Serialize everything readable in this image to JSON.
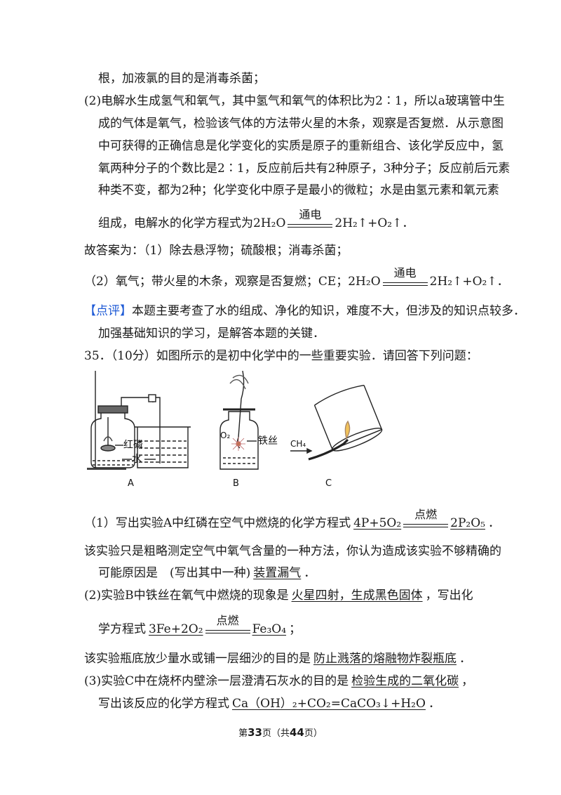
{
  "text": {
    "l1": "根，加液氯的目的是消毒杀菌；",
    "l2": "(2)电解水生成氢气和氧气，其中氢气和氧气的体积比为2∶1，所以a玻璃管中生",
    "l3": "成的气体是氧气，检验该气体的方法带火星的木条，观察是否复燃．从示意图",
    "l4": "中可获得的正确信息是化学变化的实质是原子的重新组合、该化学反应中，氢",
    "l5": "氧两种分子的个数比是2∶1，反应前后共有2种原子，3种分子；反应前后元素",
    "l6": "种类不变，都为2种；化学变化中原子是最小的微粒；水是由氢元素和氧元素",
    "l7_pre": "组成，电解水的化学方程式为2H₂O",
    "l7_cond": "通电",
    "l7_post": "2H₂↑+O₂↑．",
    "l8": "故答案为：（1）除去悬浮物；硫酸根；消毒杀菌；",
    "l9_pre": "（2）氧气；带火星的木条，观察是否复燃；CE；2H₂O",
    "l9_cond": "通电",
    "l9_post": "2H₂↑+O₂↑．",
    "l10_tag": "【点评】",
    "l10": "本题主要考查了水的组成、净化的知识，难度不大，但涉及的知识点较多．",
    "l11": "加强基础知识的学习，是解答本题的关键．",
    "l12": "35．（10分）如图所示的是初中化学中的一些重要实验．请回答下列问题：",
    "q1_pre": "（1）写出实验A中红磷在空气中燃烧的化学方程式",
    "q1_a_left": "4P+5O₂",
    "q1_a_cond": "点燃",
    "q1_a_right": "2P₂O₅",
    "q1_post": "．",
    "q1b": "该实验只是粗略测定空气中氧气含量的一种方法，你认为造成该实验不够精确的",
    "q1c_pre": "可能原因是　(写出其中一种)",
    "q1c_ans": "装置漏气",
    "q1c_post": "．",
    "q2_pre": "(2)实验B中铁丝在氧气中燃烧的现象是",
    "q2_ans": "火星四射，生成黑色固体",
    "q2_post": "，写出化",
    "q2b_pre": "学方程式",
    "q2b_a_left": "3Fe+2O₂",
    "q2b_a_cond": "点燃",
    "q2b_a_right": "Fe₃O₄",
    "q2b_post": "；",
    "q2c_pre": "该实验瓶底放少量水或铺一层细沙的目的是",
    "q2c_ans": "防止溅落的熔融物炸裂瓶底",
    "q2c_post": "．",
    "q3_pre": "(3)实验C中在烧杯内壁涂一层澄清石灰水的目的是",
    "q3_ans": "检验生成的二氧化碳",
    "q3_post": "，",
    "q3b_pre": "写出该反应的化学方程式",
    "q3b_ans": "Ca（OH）₂+CO₂=CaCO₃↓+H₂O",
    "q3b_post": "．"
  },
  "figure": {
    "label_red_p": "红磷",
    "label_water": "水",
    "label_o2": "O₂",
    "label_iron": "铁丝",
    "label_ch4": "CH₄",
    "cap_a": "A",
    "cap_b": "B",
    "cap_c": "C"
  },
  "footer": {
    "pre": "第",
    "page": "33",
    "mid": "页（共",
    "total": "44",
    "post": "页）"
  }
}
